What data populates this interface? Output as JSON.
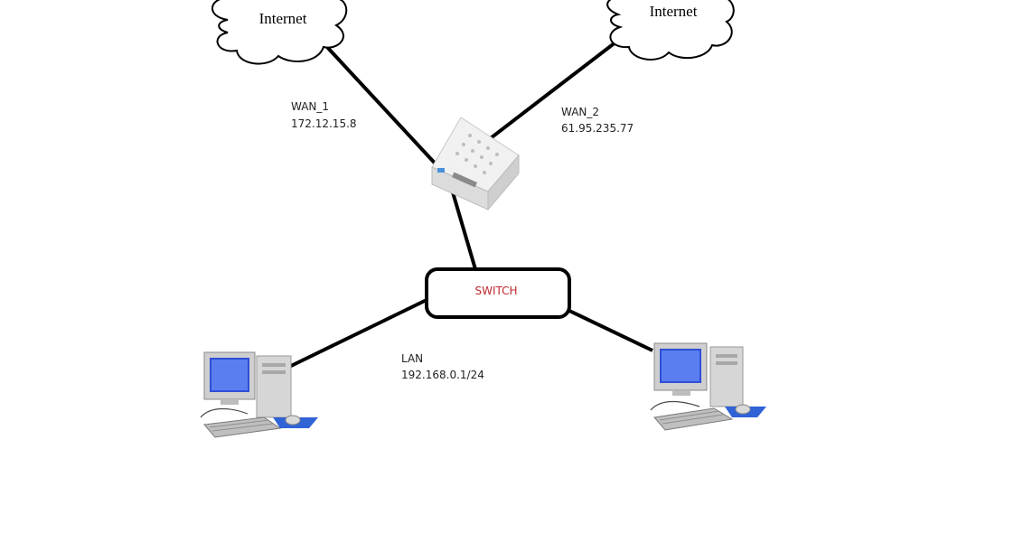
{
  "clouds": [
    {
      "label": "Internet"
    },
    {
      "label": "Internet"
    }
  ],
  "wan1": {
    "name": "WAN_1",
    "ip": "172.12.15.8"
  },
  "wan2": {
    "name": "WAN_2",
    "ip": "61.95.235.77"
  },
  "switch": {
    "label": "SWITCH",
    "label_color": "#c0282d"
  },
  "lan": {
    "name": "LAN",
    "subnet": "192.168.0.1/24"
  },
  "icons": {
    "router": "router-icon",
    "computer_left": "computer-icon",
    "computer_right": "computer-icon"
  }
}
